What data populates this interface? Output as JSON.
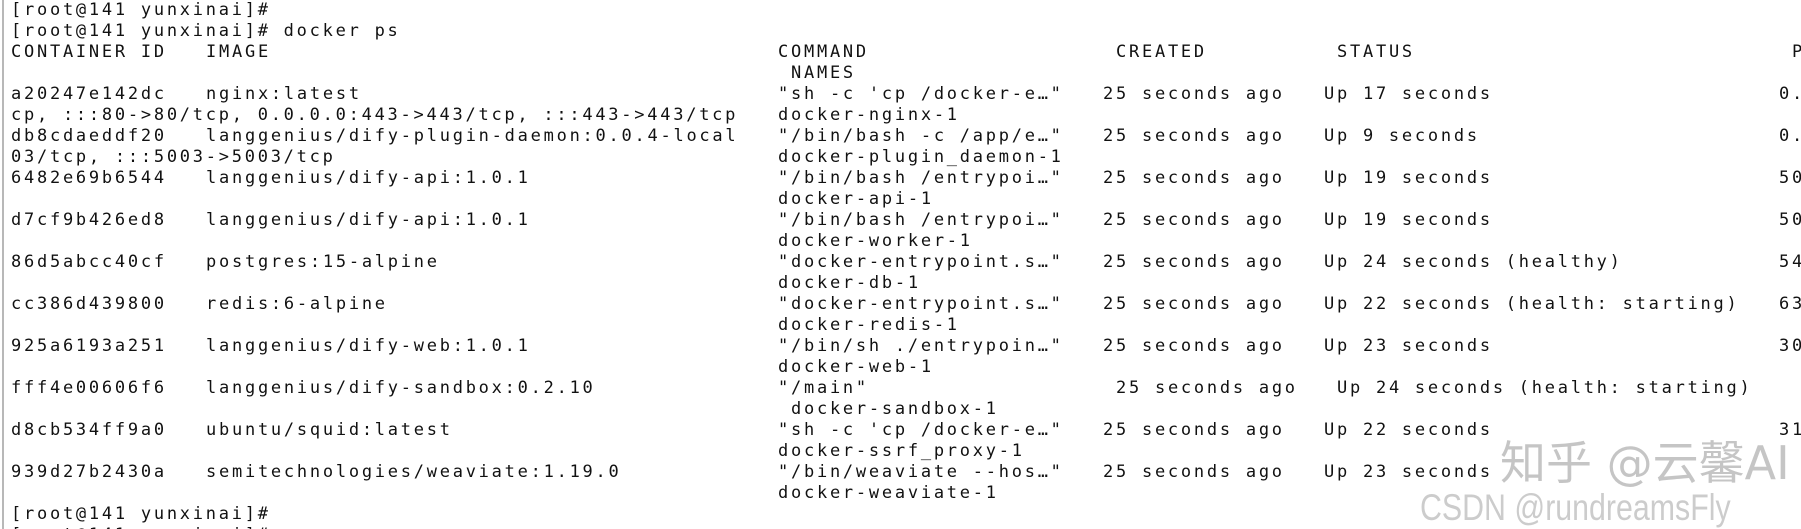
{
  "prompt": "[root@141 yunxinai]#",
  "command_line": "[root@141 yunxinai]# docker ps",
  "headers": {
    "container_id": "CONTAINER ID",
    "image": "IMAGE",
    "command": "COMMAND",
    "created": "CREATED",
    "status": "STATUS",
    "ports": "P",
    "names": " NAMES"
  },
  "containers": [
    {
      "id": "a20247e142dc",
      "image": "nginx:latest",
      "command": "\"sh -c 'cp /docker-e…\"",
      "created": "25 seconds ago",
      "status": "Up 17 seconds",
      "ports": "0.",
      "ports_wrap": "cp, :::80->80/tcp, 0.0.0.0:443->443/tcp, :::443->443/tcp",
      "names": "docker-nginx-1"
    },
    {
      "id": "db8cdaeddf20",
      "image": "langgenius/dify-plugin-daemon:0.0.4-local",
      "command": "\"/bin/bash -c /app/e…\"",
      "created": "25 seconds ago",
      "status": "Up 9 seconds",
      "ports": "0.",
      "ports_wrap": "03/tcp, :::5003->5003/tcp",
      "names": "docker-plugin_daemon-1"
    },
    {
      "id": "6482e69b6544",
      "image": "langgenius/dify-api:1.0.1",
      "command": "\"/bin/bash /entrypoi…\"",
      "created": "25 seconds ago",
      "status": "Up 19 seconds",
      "ports": "50",
      "names": "docker-api-1"
    },
    {
      "id": "d7cf9b426ed8",
      "image": "langgenius/dify-api:1.0.1",
      "command": "\"/bin/bash /entrypoi…\"",
      "created": "25 seconds ago",
      "status": "Up 19 seconds",
      "ports": "50",
      "names": "docker-worker-1"
    },
    {
      "id": "86d5abcc40cf",
      "image": "postgres:15-alpine",
      "command": "\"docker-entrypoint.s…\"",
      "created": "25 seconds ago",
      "status": "Up 24 seconds (healthy)",
      "ports": "54",
      "names": "docker-db-1"
    },
    {
      "id": "cc386d439800",
      "image": "redis:6-alpine",
      "command": "\"docker-entrypoint.s…\"",
      "created": "25 seconds ago",
      "status": "Up 22 seconds (health: starting)",
      "ports": "63",
      "names": "docker-redis-1"
    },
    {
      "id": "925a6193a251",
      "image": "langgenius/dify-web:1.0.1",
      "command": "\"/bin/sh ./entrypoin…\"",
      "created": "25 seconds ago",
      "status": "Up 23 seconds",
      "ports": "30",
      "names": "docker-web-1"
    },
    {
      "id": "fff4e00606f6",
      "image": "langgenius/dify-sandbox:0.2.10",
      "command": "\"/main\"",
      "created": "25 seconds ago",
      "status": "Up 24 seconds (health: starting)",
      "names": " docker-sandbox-1"
    },
    {
      "id": "d8cb534ff9a0",
      "image": "ubuntu/squid:latest",
      "command": "\"sh -c 'cp /docker-e…\"",
      "created": "25 seconds ago",
      "status": "Up 22 seconds",
      "ports": "31",
      "names": "docker-ssrf_proxy-1"
    },
    {
      "id": "939d27b2430a",
      "image": "semitechnologies/weaviate:1.19.0",
      "command": "\"/bin/weaviate --hos…\"",
      "created": "25 seconds ago",
      "status": "Up 23 seconds",
      "names": "docker-weaviate-1"
    }
  ],
  "watermark": {
    "zhihu": "知乎 @云馨AI",
    "csdn": "CSDN @rundreamsFly"
  }
}
